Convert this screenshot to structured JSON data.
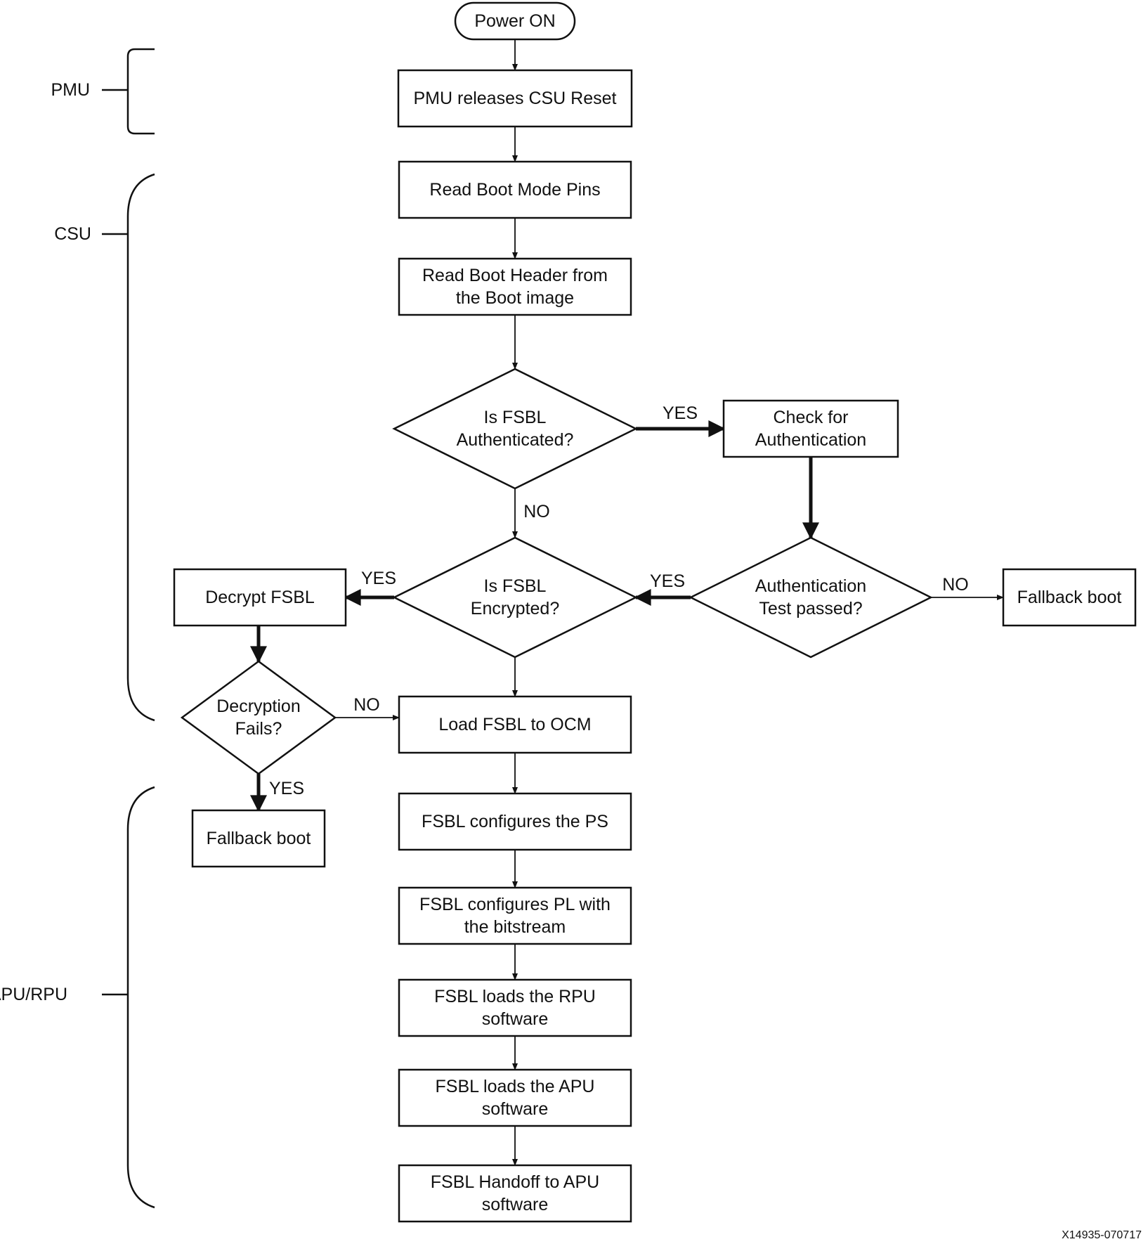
{
  "figure_id": "X14935-070717",
  "stages": [
    {
      "id": "pmu",
      "label": "PMU"
    },
    {
      "id": "csu",
      "label": "CSU"
    },
    {
      "id": "apurpu",
      "label": "APU/RPU"
    }
  ],
  "nodes": [
    {
      "id": "power_on",
      "kind": "terminal",
      "lines": [
        "Power ON"
      ]
    },
    {
      "id": "pmu_release",
      "kind": "process",
      "lines": [
        "PMU releases CSU Reset"
      ]
    },
    {
      "id": "read_pins",
      "kind": "process",
      "lines": [
        "Read Boot Mode Pins"
      ]
    },
    {
      "id": "read_header",
      "kind": "process",
      "lines": [
        "Read Boot Header from",
        "the Boot image"
      ]
    },
    {
      "id": "is_auth",
      "kind": "decision",
      "lines": [
        "Is FSBL",
        "Authenticated?"
      ]
    },
    {
      "id": "check_auth",
      "kind": "process",
      "lines": [
        "Check for",
        "Authentication"
      ]
    },
    {
      "id": "auth_passed",
      "kind": "decision",
      "lines": [
        "Authentication",
        "Test passed?"
      ]
    },
    {
      "id": "fallback_right",
      "kind": "process",
      "lines": [
        "Fallback boot"
      ]
    },
    {
      "id": "is_enc",
      "kind": "decision",
      "lines": [
        "Is FSBL",
        "Encrypted?"
      ]
    },
    {
      "id": "decrypt",
      "kind": "process",
      "lines": [
        "Decrypt FSBL"
      ]
    },
    {
      "id": "decrypt_fails",
      "kind": "decision",
      "lines": [
        "Decryption",
        "Fails?"
      ]
    },
    {
      "id": "fallback_left",
      "kind": "process",
      "lines": [
        "Fallback boot"
      ]
    },
    {
      "id": "load_ocm",
      "kind": "process",
      "lines": [
        "Load FSBL to OCM"
      ]
    },
    {
      "id": "cfg_ps",
      "kind": "process",
      "lines": [
        "FSBL configures the PS"
      ]
    },
    {
      "id": "cfg_pl",
      "kind": "process",
      "lines": [
        "FSBL configures PL with",
        "the bitstream"
      ]
    },
    {
      "id": "load_rpu",
      "kind": "process",
      "lines": [
        "FSBL loads the  RPU",
        "software"
      ]
    },
    {
      "id": "load_apu",
      "kind": "process",
      "lines": [
        "FSBL loads the APU",
        "software"
      ]
    },
    {
      "id": "handoff",
      "kind": "process",
      "lines": [
        "FSBL Handoff to APU",
        "software"
      ]
    }
  ],
  "edges": [
    {
      "from": "power_on",
      "to": "pmu_release",
      "label": ""
    },
    {
      "from": "pmu_release",
      "to": "read_pins",
      "label": ""
    },
    {
      "from": "read_pins",
      "to": "read_header",
      "label": ""
    },
    {
      "from": "read_header",
      "to": "is_auth",
      "label": ""
    },
    {
      "from": "is_auth",
      "to": "check_auth",
      "label": "YES"
    },
    {
      "from": "is_auth",
      "to": "is_enc",
      "label": "NO"
    },
    {
      "from": "check_auth",
      "to": "auth_passed",
      "label": ""
    },
    {
      "from": "auth_passed",
      "to": "is_enc",
      "label": "YES"
    },
    {
      "from": "auth_passed",
      "to": "fallback_right",
      "label": "NO"
    },
    {
      "from": "is_enc",
      "to": "decrypt",
      "label": "YES"
    },
    {
      "from": "is_enc",
      "to": "load_ocm",
      "label": ""
    },
    {
      "from": "decrypt",
      "to": "decrypt_fails",
      "label": ""
    },
    {
      "from": "decrypt_fails",
      "to": "load_ocm",
      "label": "NO"
    },
    {
      "from": "decrypt_fails",
      "to": "fallback_left",
      "label": "YES"
    },
    {
      "from": "load_ocm",
      "to": "cfg_ps",
      "label": ""
    },
    {
      "from": "cfg_ps",
      "to": "cfg_pl",
      "label": ""
    },
    {
      "from": "cfg_pl",
      "to": "load_rpu",
      "label": ""
    },
    {
      "from": "load_rpu",
      "to": "load_apu",
      "label": ""
    },
    {
      "from": "load_apu",
      "to": "handoff",
      "label": ""
    }
  ]
}
